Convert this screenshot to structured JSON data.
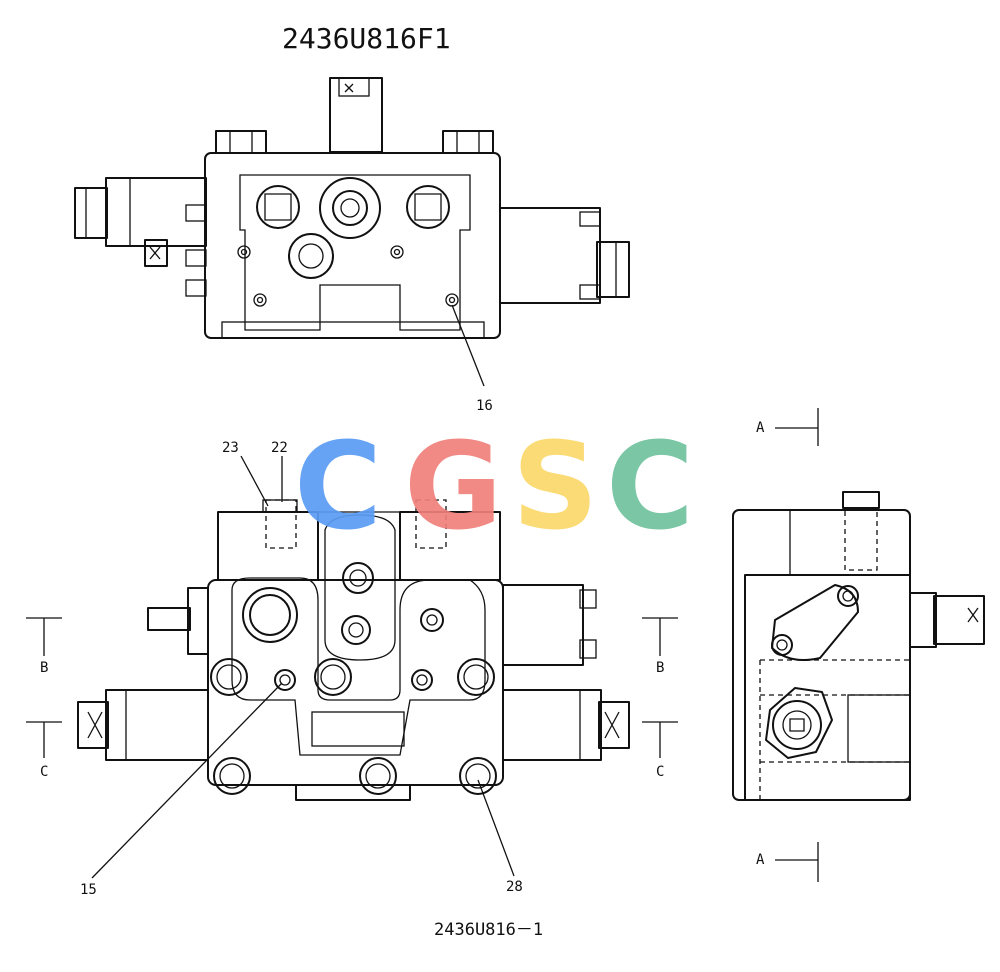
{
  "drawing_number": "2436U816F1",
  "drawing_footer": "2436U816－1",
  "watermark": {
    "letters": [
      "C",
      "G",
      "S",
      "C"
    ],
    "colors": [
      "#5b9cf5",
      "#f07f7a",
      "#fbd96b",
      "#6fc29e"
    ]
  },
  "part_callouts": [
    "16",
    "23",
    "22",
    "15",
    "28"
  ],
  "section_markers": {
    "a_top": "A",
    "a_bottom": "A",
    "b_left": "B",
    "b_right": "B",
    "c_left": "C",
    "c_right": "C"
  }
}
